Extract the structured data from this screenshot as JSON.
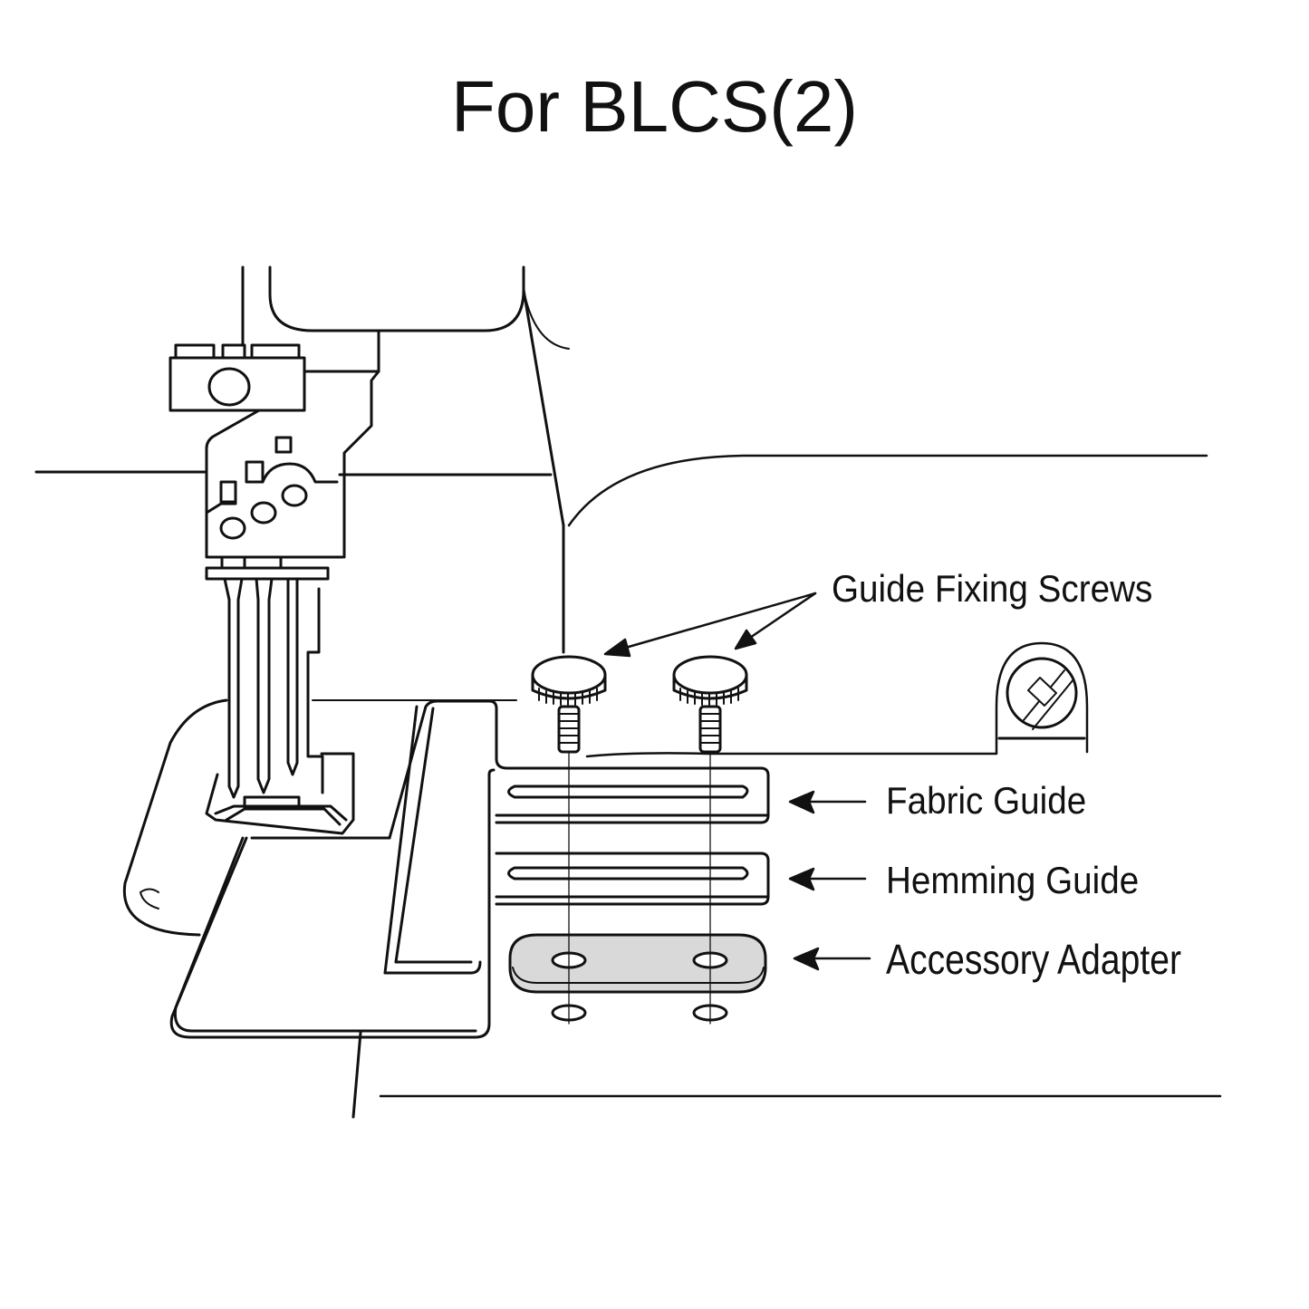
{
  "title": "For BLCS(2)",
  "labels": {
    "guide_fixing_screws": "Guide Fixing Screws",
    "fabric_guide": "Fabric Guide",
    "hemming_guide": "Hemming Guide",
    "accessory_adapter": "Accessory Adapter"
  },
  "colors": {
    "line": "#111111",
    "adapter_fill": "#d9d9d9",
    "background": "#ffffff"
  }
}
